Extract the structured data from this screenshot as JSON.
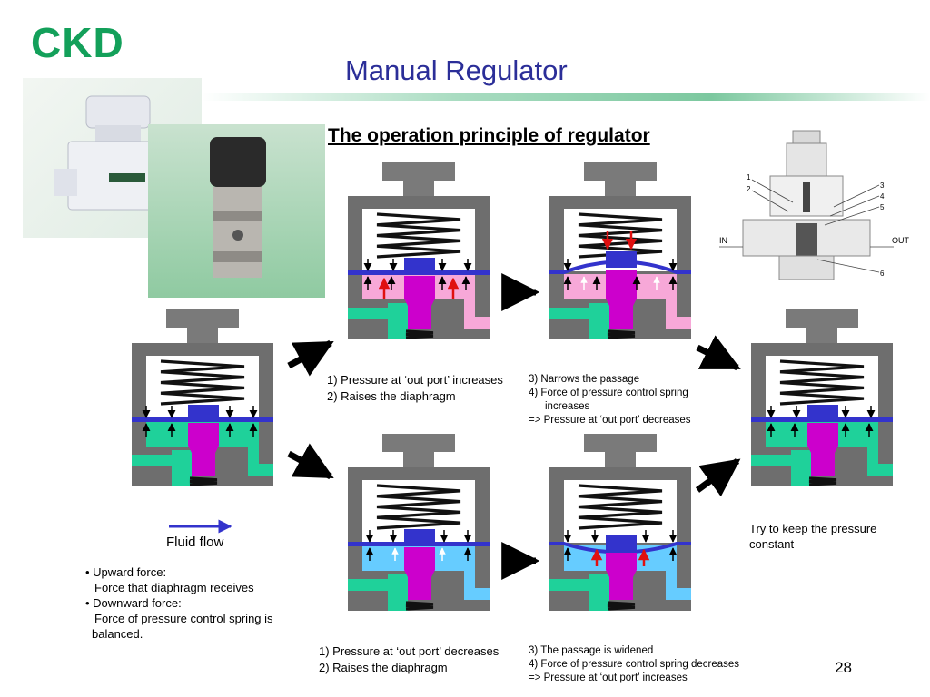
{
  "brand": "CKD",
  "title": "Manual Regulator",
  "subtitle": "The operation principle of regulator",
  "fluid_flow_label": "Fluid flow",
  "balance_notes": [
    "• Upward force:",
    "Force that diaphragm receives",
    "• Downward force:",
    "Force of pressure control spring is",
    "balanced."
  ],
  "top_case": {
    "step_a": [
      "1) Pressure at ‘out port’ increases",
      "2) Raises the diaphragm"
    ],
    "step_b": [
      "3) Narrows the passage",
      "4) Force of pressure control spring",
      "increases",
      "=> Pressure at ‘out port’ decreases"
    ]
  },
  "bottom_case": {
    "step_a": [
      "1) Pressure at ‘out port’ decreases",
      "2) Raises the diaphragm"
    ],
    "step_b": [
      "3) The passage is widened",
      "4) Force of pressure control spring decreases",
      "=> Pressure at ‘out port’ increases"
    ]
  },
  "result_note": [
    "Try to keep the pressure",
    "constant"
  ],
  "cutaway_labels": {
    "in": "IN",
    "out": "OUT",
    "numbers": [
      "1",
      "2",
      "3",
      "4",
      "5",
      "6"
    ]
  },
  "page_number": "28",
  "colors": {
    "brand_green": "#13a05a",
    "title_blue": "#2b2e98",
    "body_gray": "#6e6e6e",
    "spring_black": "#111111",
    "diaphragm_blue": "#3333cc",
    "valve_magenta": "#cc00cc",
    "inlet_teal": "#1fd19a",
    "outlet_pink": "#f7a8d8",
    "outlet_lightblue": "#66ccff",
    "arrow_red": "#e01010"
  }
}
